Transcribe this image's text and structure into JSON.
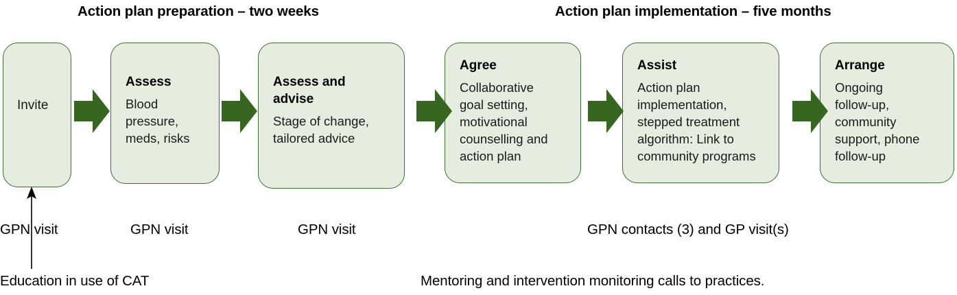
{
  "phases": [
    {
      "id": "preparation",
      "label": "Action plan preparation – two weeks"
    },
    {
      "id": "implementation",
      "label": "Action plan implementation – five months"
    }
  ],
  "steps": [
    {
      "id": "invite",
      "title": "Invite",
      "description": ""
    },
    {
      "id": "assess",
      "title": "Assess",
      "description": "Blood\npressure,\nmeds, risks"
    },
    {
      "id": "assess-and-advise",
      "title": "Assess and\nadvise",
      "description": "Stage of change,\ntailored advice"
    },
    {
      "id": "agree",
      "title": "Agree",
      "description": "Collaborative\ngoal setting,\nmotivational\ncounselling and\naction plan"
    },
    {
      "id": "assist",
      "title": "Assist",
      "description": "Action plan\nimplementation,\nstepped treatment\nalgorithm: Link to\ncommunity programs"
    },
    {
      "id": "arrange",
      "title": "Arrange",
      "description": "Ongoing\nfollow-up,\ncommunity\nsupport, phone\nfollow-up"
    }
  ],
  "visit_labels": [
    {
      "id": "visit-1",
      "label": "GPN visit"
    },
    {
      "id": "visit-2",
      "label": "GPN visit"
    },
    {
      "id": "visit-3",
      "label": "GPN visit"
    },
    {
      "id": "visit-4",
      "label": "GPN contacts (3) and GP visit(s)"
    }
  ],
  "notes": [
    {
      "id": "education",
      "label": "Education in use of CAT"
    },
    {
      "id": "mentoring",
      "label": "Mentoring and intervention monitoring calls to practices."
    }
  ],
  "colors": {
    "box_fill": "#e7ece1",
    "box_border": "#3f6b34",
    "arrow_fill": "#36661f",
    "text": "#000000",
    "background": "#ffffff"
  },
  "icons": {
    "flow_arrow": "right-block-arrow-icon",
    "connector_arrow": "up-arrow-icon"
  }
}
